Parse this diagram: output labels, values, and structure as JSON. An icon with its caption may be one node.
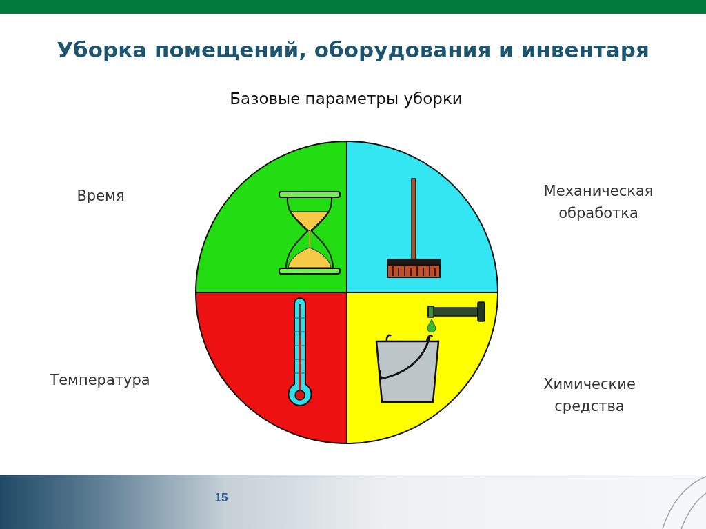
{
  "diagram": {
    "title": "Уборка помещений, оборудования и инвентаря",
    "nodes": [
      {
        "text": [
          "Время"
        ]
      },
      {
        "text": [
          "Механическая обработка"
        ]
      },
      {
        "text": [
          "Температура"
        ]
      },
      {
        "text": [
          "Химические средства"
        ]
      }
    ],
    "labels": [
      "Базовые параметры уборки",
      "15"
    ]
  }
}
